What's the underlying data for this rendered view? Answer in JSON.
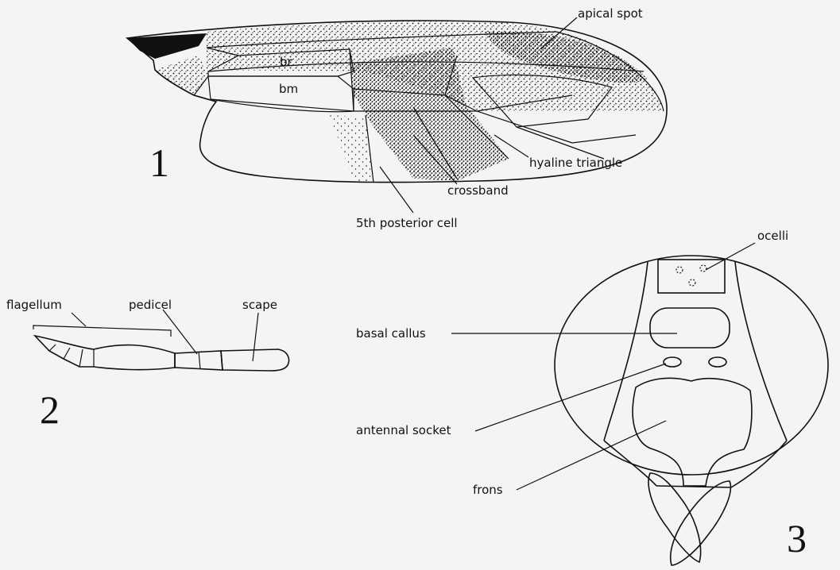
{
  "figures": [
    {
      "number": "1",
      "labels": {
        "apical_spot": "apical spot",
        "br": "br",
        "bm": "bm",
        "hyaline_triangle": "hyaline triangle",
        "crossband": "crossband",
        "fifth_posterior_cell": "5th posterior cell"
      }
    },
    {
      "number": "2",
      "labels": {
        "flagellum": "flagellum",
        "pedicel": "pedicel",
        "scape": "scape"
      }
    },
    {
      "number": "3",
      "labels": {
        "ocelli": "ocelli",
        "basal_callus": "basal callus",
        "antennal_socket": "antennal socket",
        "frons": "frons"
      }
    }
  ],
  "colors": {
    "ink": "#111111",
    "paper": "#f4f4f2"
  }
}
